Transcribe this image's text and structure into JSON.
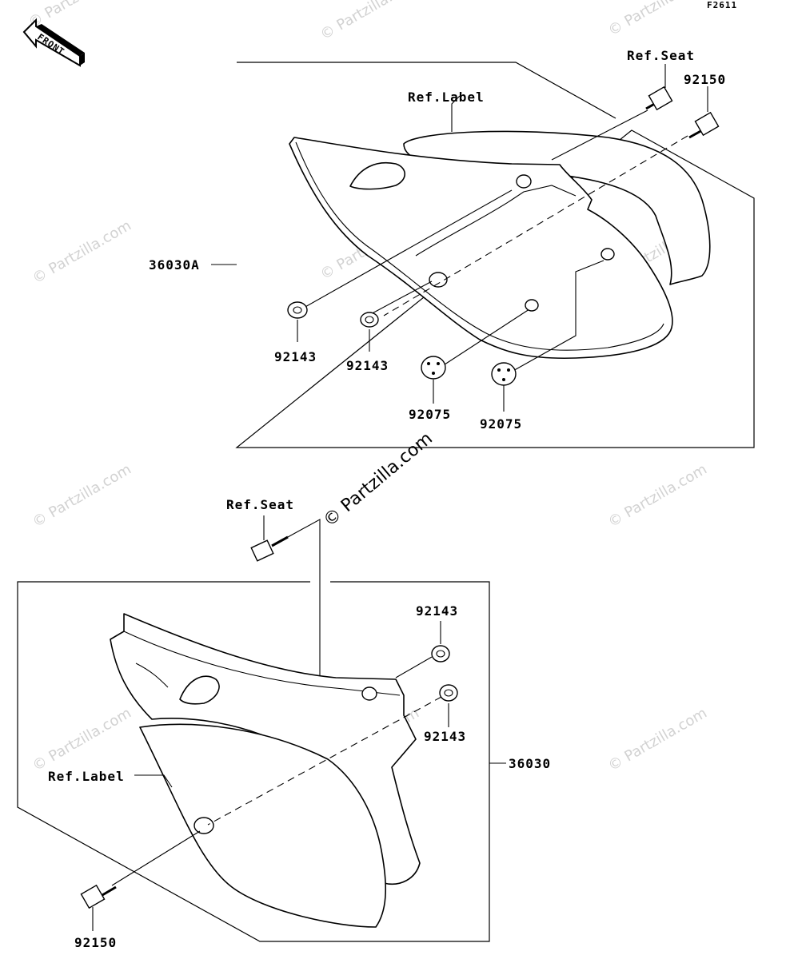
{
  "diagram_code": "F2611",
  "front_label": "FRONT",
  "watermark": "© Partzilla.com",
  "labels": {
    "top_ref_seat": "Ref.Seat",
    "top_92150": "92150",
    "top_ref_label": "Ref.Label",
    "assembly_36030A": "36030A",
    "top_92143_left": "92143",
    "top_92143_right": "92143",
    "top_92075_left": "92075",
    "top_92075_right": "92075",
    "mid_ref_seat": "Ref.Seat",
    "bot_92143_upper": "92143",
    "bot_92143_lower": "92143",
    "assembly_36030": "36030",
    "bot_ref_label": "Ref.Label",
    "bot_92150": "92150"
  }
}
